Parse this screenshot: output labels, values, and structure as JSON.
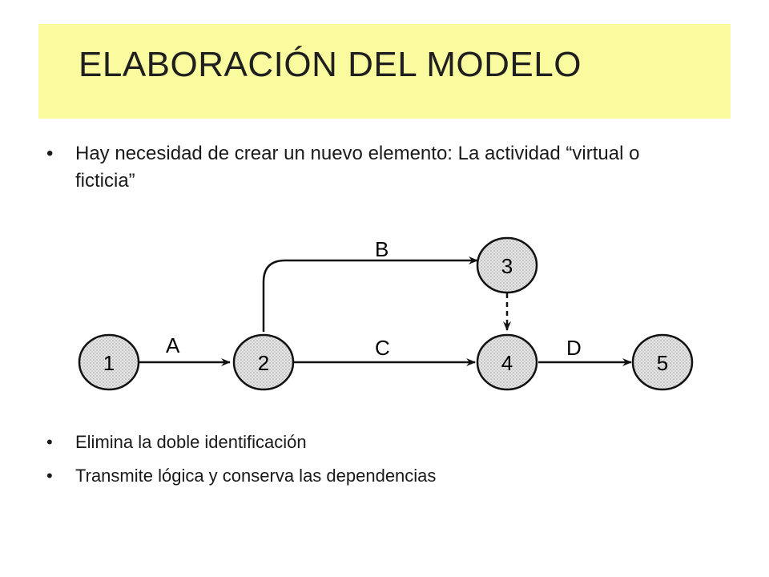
{
  "slide": {
    "title": "ELABORACIÓN DEL MODELO",
    "bullets": [
      "Hay necesidad de crear un nuevo elemento: La actividad “virtual o ficticia”",
      "Elimina la doble identificación",
      "Transmite lógica y conserva las dependencias"
    ],
    "bullet_glyph": "•",
    "accent": "#fafa9e"
  },
  "network": {
    "nodes": [
      "1",
      "2",
      "3",
      "4",
      "5"
    ],
    "edges": [
      {
        "from": "1",
        "to": "2",
        "label": "A",
        "dummy": false
      },
      {
        "from": "2",
        "to": "3",
        "label": "B",
        "dummy": false
      },
      {
        "from": "2",
        "to": "4",
        "label": "C",
        "dummy": false
      },
      {
        "from": "3",
        "to": "4",
        "label": "",
        "dummy": true
      },
      {
        "from": "4",
        "to": "5",
        "label": "D",
        "dummy": false
      }
    ]
  }
}
